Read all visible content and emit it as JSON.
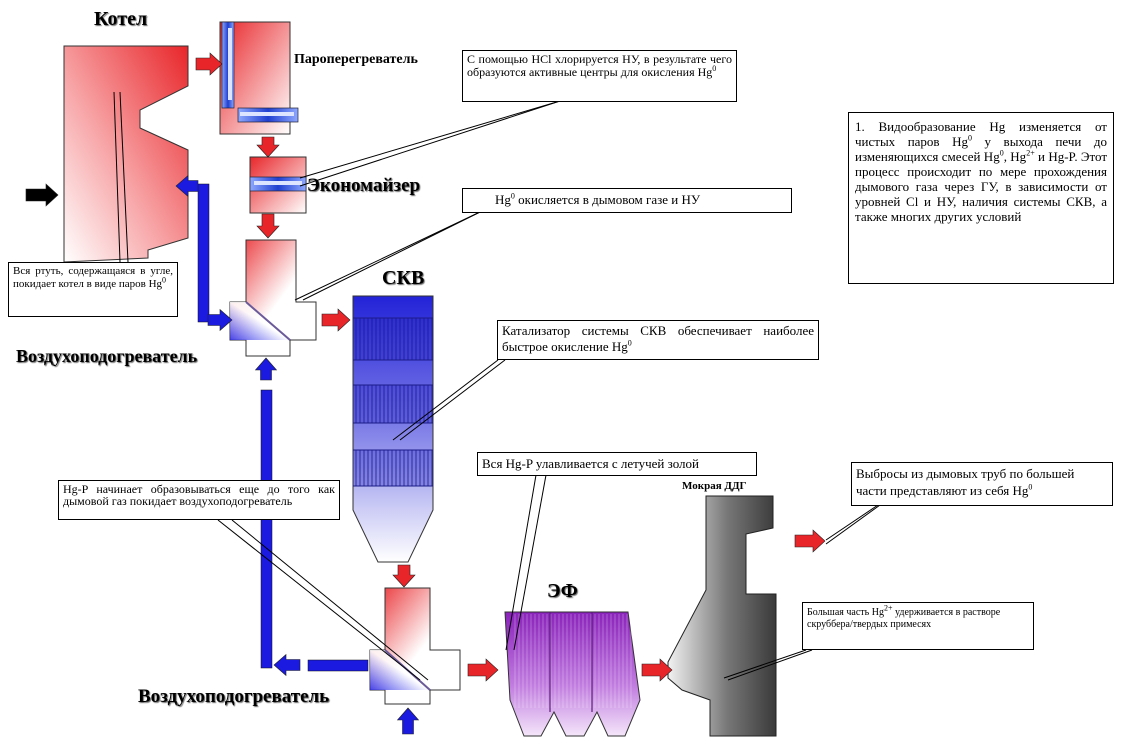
{
  "labels": {
    "boiler": "Котел",
    "superheater": "Пароперегреватель",
    "economizer": "Экономайзер",
    "scr": "СКВ",
    "air_heater_top": "Воздухоподогреватель",
    "air_heater_bottom": "Воздухоподогреватель",
    "esp": "ЭФ",
    "wet_fgd": "Мокрая ДДГ"
  },
  "callouts": {
    "hcl": {
      "a": "С помощью HCl хлорируется НУ, в результате чего образуются активные центры для окисления Hg",
      "sup": "0"
    },
    "hg0_oxidized": {
      "a": "Hg",
      "sup": "0",
      "b": " окисляется в дымовом газе и НУ"
    },
    "coal": {
      "a": "Вся ртуть, содержащаяся в угле, покидает котел в виде паров Hg",
      "sup": "0"
    },
    "catalyst": {
      "a": "Катализатор системы СКВ обеспечивает наиболее быстрое окисление Hg",
      "sup": "0"
    },
    "hgp_start": {
      "a": "Hg-P начинает образовываться еще до того как дымовой газ покидает воздухоподогреватель"
    },
    "flyash": {
      "a": "Вся Hg-P улавливается с летучей золой"
    },
    "stack": {
      "a": "Выбросы из дымовых труб по большей части  представляют из себя  Hg",
      "sup": "0"
    },
    "scrubber": {
      "a": "Большая часть Hg",
      "sup": "2+",
      "b": " удерживается в растворе скруббера/твердых примесях"
    },
    "speciation": {
      "p1": "1. Видообразование Hg изменяется от чистых паров Hg",
      "s1": "0",
      "p2": " у выхода печи до изменяющихся смесей Hg",
      "s2": "0",
      "p3": ", Hg",
      "s3": "2+",
      "p4": " и Hg-P. Этот процесс происходит по мере прохождения дымового газа через ГУ, в зависимости от уровней Cl и НУ, наличия системы СКВ, а также многих других условий"
    }
  },
  "colors": {
    "hot": "#e8262a",
    "cold": "#1a1ae0",
    "scr": "#2323d8",
    "esp": "#9b2fc4",
    "fgd": "#555555"
  }
}
